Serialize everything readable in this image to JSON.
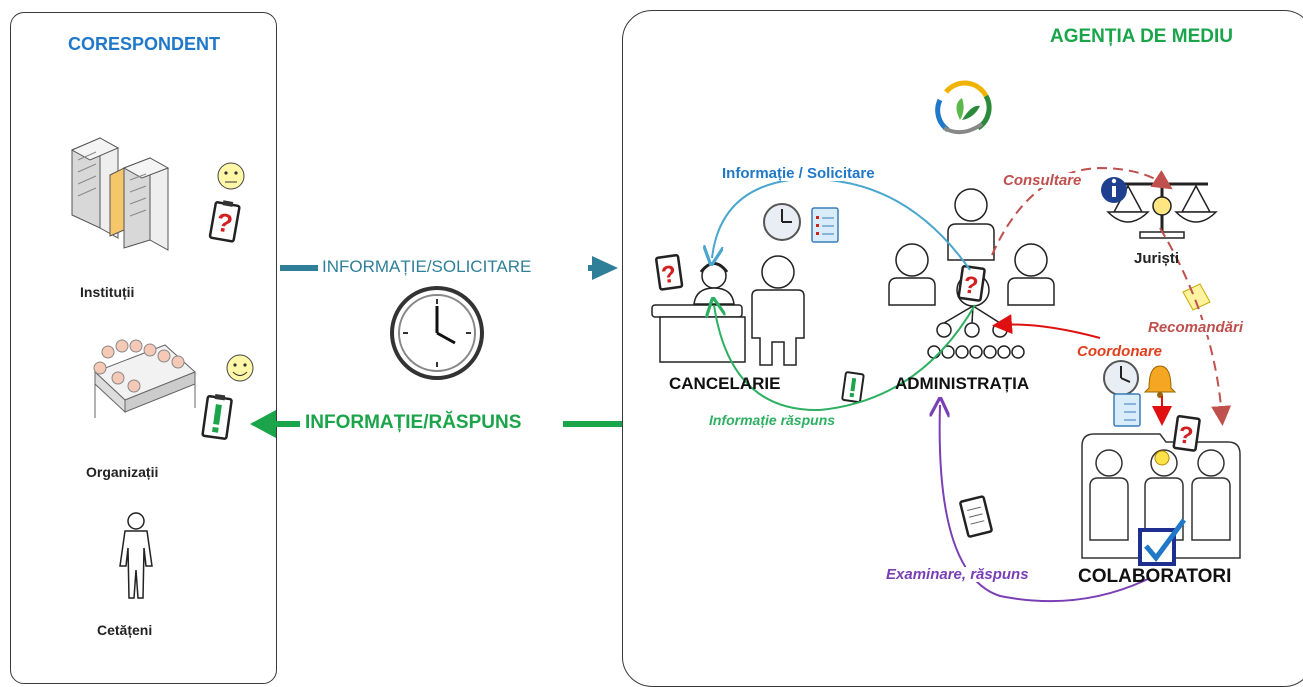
{
  "left_panel": {
    "title": "CORESPONDENT",
    "items": [
      {
        "label": "Instituții",
        "icon": "server-building-icon"
      },
      {
        "label": "Organizații",
        "icon": "meeting-group-icon"
      },
      {
        "label": "Cetățeni",
        "icon": "citizen-person-icon"
      }
    ]
  },
  "right_panel": {
    "title": "AGENȚIA DE MEDIU",
    "logo": "agency-logo-icon"
  },
  "flows": {
    "request": "INFORMAȚIE/SOLICITARE",
    "response": "INFORMAȚIE/RĂSPUNS"
  },
  "nodes": {
    "cancelarie": "CANCELARIE",
    "administratia": "ADMINISTRAȚIA",
    "colaboratori": "COLABORATORI",
    "juristi": "Juriști"
  },
  "arrows": {
    "info_solicitare": "Informație / Solicitare",
    "info_raspuns": "Informație răspuns",
    "consultare": "Consultare",
    "recomandari": "Recomandări",
    "coordonare": "Coordonare",
    "examinare": "Examinare, răspuns"
  },
  "colors": {
    "title_blue": "#1f78c8",
    "title_green": "#1aa54a",
    "request_arrow": "#2f7f99",
    "response_arrow": "#1aa54a",
    "info_blue": "#4aa6cf",
    "green_arrow": "#2eb062",
    "red_dashed": "#c0504d",
    "red_arrow": "#e01010",
    "purple": "#7a3fb5"
  }
}
